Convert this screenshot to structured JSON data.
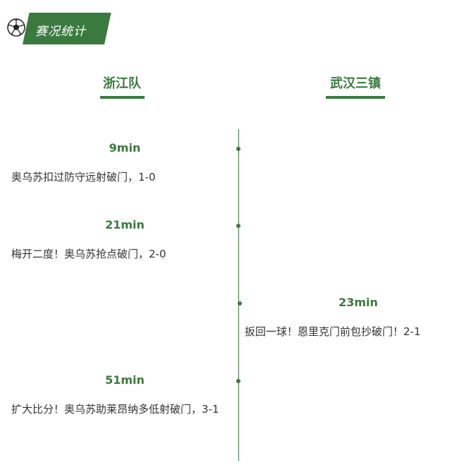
{
  "header": {
    "title": "赛况统计",
    "icon": "soccer-ball-icon",
    "accent_color": "#3a7a3f"
  },
  "teams": {
    "home": "浙江队",
    "away": "武汉三镇"
  },
  "events": [
    {
      "side": "home",
      "minute": "9min",
      "text": "奥乌苏扣过防守远射破门，1-0"
    },
    {
      "side": "home",
      "minute": "21min",
      "text": "梅开二度！奥乌苏抢点破门，2-0"
    },
    {
      "side": "away",
      "minute": "23min",
      "text": "扳回一球！恩里克门前包抄破门！2-1"
    },
    {
      "side": "home",
      "minute": "51min",
      "text": "扩大比分！奥乌苏助莱昂纳多低射破门，3-1"
    }
  ]
}
